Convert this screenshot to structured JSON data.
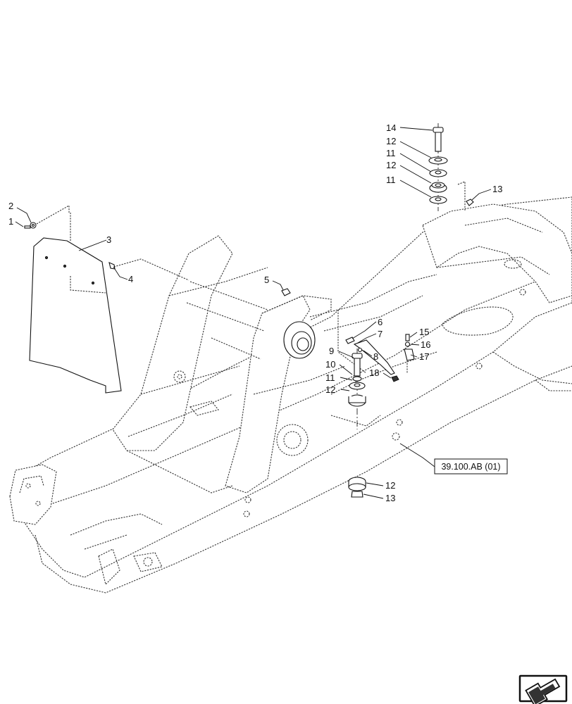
{
  "callouts": [
    {
      "id": "c1",
      "text": "1"
    },
    {
      "id": "c2",
      "text": "2"
    },
    {
      "id": "c3",
      "text": "3"
    },
    {
      "id": "c4",
      "text": "4"
    },
    {
      "id": "c5",
      "text": "5"
    },
    {
      "id": "c6",
      "text": "6"
    },
    {
      "id": "c7",
      "text": "7"
    },
    {
      "id": "c8",
      "text": "8"
    },
    {
      "id": "c9",
      "text": "9"
    },
    {
      "id": "c10",
      "text": "10"
    },
    {
      "id": "c11a",
      "text": "11"
    },
    {
      "id": "c12a",
      "text": "12"
    },
    {
      "id": "c14",
      "text": "14"
    },
    {
      "id": "c12b",
      "text": "12"
    },
    {
      "id": "c11b",
      "text": "11"
    },
    {
      "id": "c12c",
      "text": "12"
    },
    {
      "id": "c11c",
      "text": "11"
    },
    {
      "id": "c13a",
      "text": "13"
    },
    {
      "id": "c15",
      "text": "15"
    },
    {
      "id": "c16",
      "text": "16"
    },
    {
      "id": "c17",
      "text": "17"
    },
    {
      "id": "c18",
      "text": "18"
    },
    {
      "id": "c12d",
      "text": "12"
    },
    {
      "id": "c13b",
      "text": "13"
    }
  ],
  "reference": {
    "label": "39.100.AB (01)"
  },
  "nav_icon": "arrow-icon"
}
